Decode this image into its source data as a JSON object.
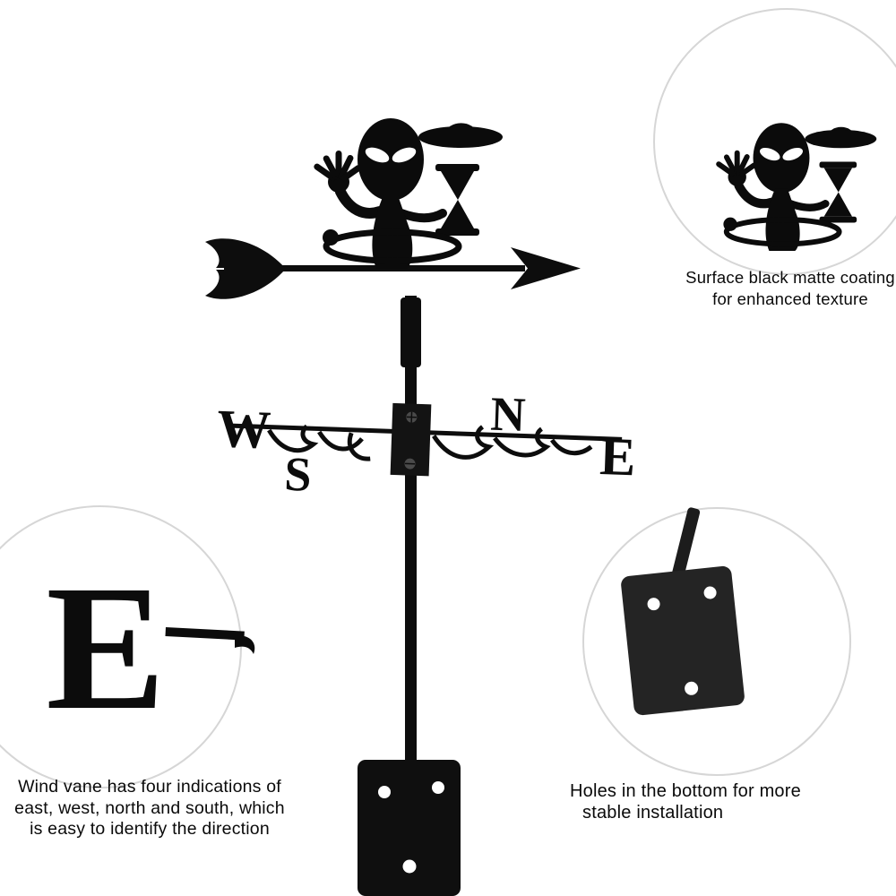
{
  "page": {
    "background": "#ffffff"
  },
  "product": {
    "name": "alien weathervane with mounting base",
    "compass": {
      "west": "W",
      "east": "E",
      "north": "N",
      "south": "S"
    },
    "colors": {
      "metal": "#0d0d0d",
      "callout_ring": "#d6d6d6",
      "text": "#0a0a0a",
      "hole": "#ffffff"
    }
  },
  "callouts": {
    "coating": {
      "lines": [
        "Surface black matte coating",
        "for enhanced texture"
      ]
    },
    "directions": {
      "lines": [
        "Wind vane has four indications of",
        "east, west, north and south, which",
        "is easy to identify the direction"
      ]
    },
    "holes": {
      "lines": [
        "Holes in the bottom for more",
        "stable installation"
      ]
    }
  }
}
